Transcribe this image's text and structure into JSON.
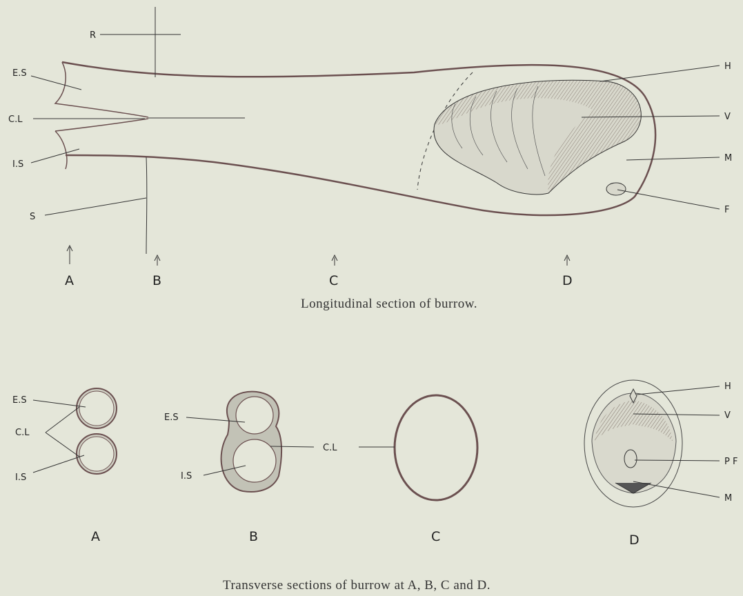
{
  "longitudinal": {
    "caption": "Longitudinal section of burrow.",
    "labels": {
      "R": "R",
      "ES": "E.S",
      "CL": "C.L",
      "IS": "I.S",
      "S": "S",
      "H": "H",
      "V": "V",
      "M": "M",
      "F": "F"
    },
    "positions": {
      "A": "A",
      "B": "B",
      "C": "C",
      "D": "D"
    }
  },
  "transverse": {
    "caption": "Transverse sections of burrow at A, B, C and D.",
    "A": {
      "title": "A",
      "ES": "E.S",
      "CL": "C.L",
      "IS": "I.S"
    },
    "B": {
      "title": "B",
      "ES": "E.S",
      "CL": "C.L",
      "IS": "I.S"
    },
    "C": {
      "title": "C"
    },
    "D": {
      "title": "D",
      "H": "H",
      "V": "V",
      "PF": "P F",
      "M": "M"
    }
  }
}
